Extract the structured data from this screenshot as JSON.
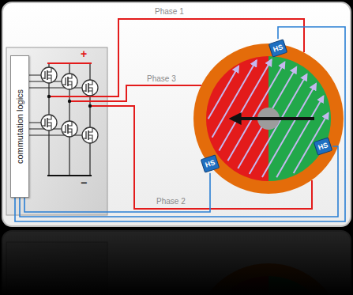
{
  "diagram": {
    "nodes": [
      {
        "text": [
          "commutation logics"
        ]
      },
      {
        "text": [
          "HS"
        ]
      },
      {
        "text": [
          "HS"
        ]
      },
      {
        "text": [
          "HS"
        ]
      }
    ],
    "edges": [
      {
        "from": 1,
        "to": 0,
        "arrow": "none"
      },
      {
        "from": 2,
        "to": 0,
        "arrow": "none"
      },
      {
        "from": 3,
        "to": 0,
        "arrow": "none"
      }
    ],
    "labels": [
      "Phase 1",
      "Phase 3",
      "Phase 2",
      "+",
      "−"
    ]
  }
}
